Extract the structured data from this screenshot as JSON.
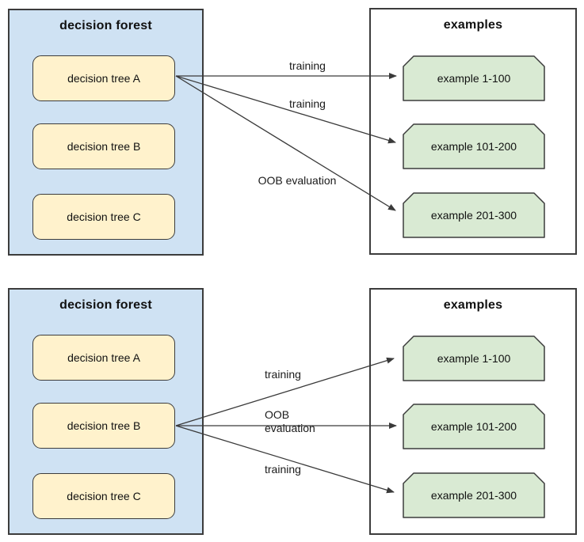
{
  "panels": [
    {
      "forest": {
        "title": "decision forest",
        "trees": [
          {
            "label": "decision tree A"
          },
          {
            "label": "decision tree B"
          },
          {
            "label": "decision tree C"
          }
        ]
      },
      "examples": {
        "title": "examples",
        "items": [
          {
            "label": "example 1-100"
          },
          {
            "label": "example 101-200"
          },
          {
            "label": "example 201-300"
          }
        ]
      },
      "arrows": [
        {
          "from": "decision tree A",
          "to": "example 1-100",
          "label": "training"
        },
        {
          "from": "decision tree A",
          "to": "example 101-200",
          "label": "training"
        },
        {
          "from": "decision tree A",
          "to": "example 201-300",
          "label": "OOB evaluation"
        }
      ]
    },
    {
      "forest": {
        "title": "decision forest",
        "trees": [
          {
            "label": "decision tree A"
          },
          {
            "label": "decision tree B"
          },
          {
            "label": "decision tree C"
          }
        ]
      },
      "examples": {
        "title": "examples",
        "items": [
          {
            "label": "example 1-100"
          },
          {
            "label": "example 101-200"
          },
          {
            "label": "example 201-300"
          }
        ]
      },
      "arrows": [
        {
          "from": "decision tree B",
          "to": "example 1-100",
          "label": "training"
        },
        {
          "from": "decision tree B",
          "to": "example 101-200",
          "label": "OOB evaluation"
        },
        {
          "from": "decision tree B",
          "to": "example 201-300",
          "label": "training"
        }
      ]
    }
  ],
  "colors": {
    "forest_fill": "#cfe2f3",
    "tree_fill": "#fff2cc",
    "example_fill": "#d9ead3",
    "shape_border": "#3c3c3c",
    "arrow": "#3a3a3a",
    "text": "#111111"
  }
}
